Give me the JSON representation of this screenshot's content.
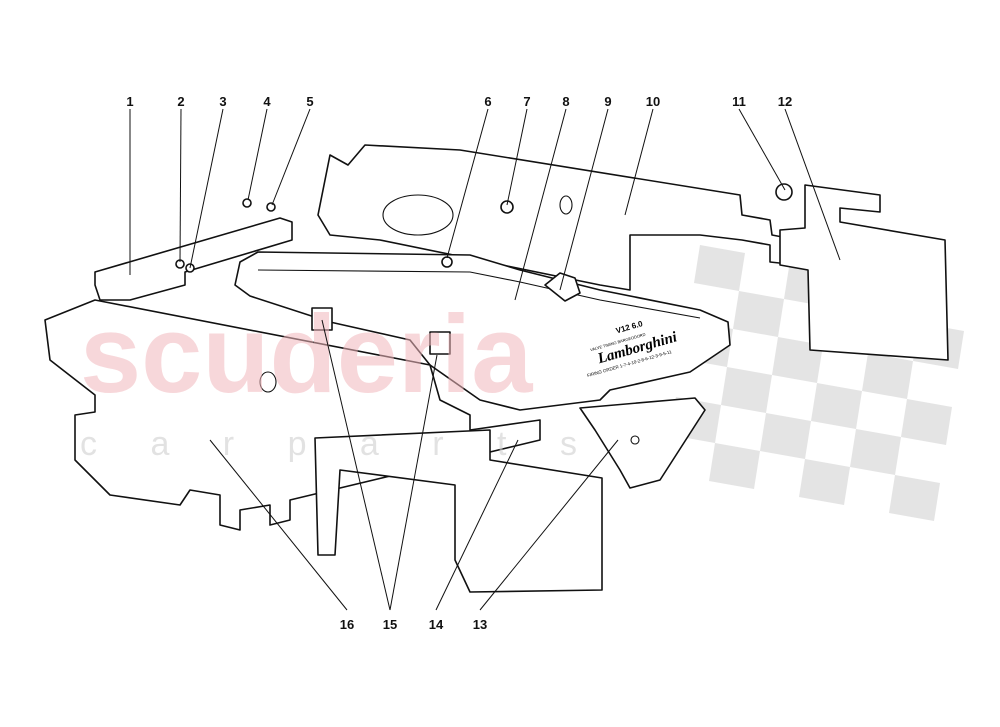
{
  "watermark": {
    "brand": "scuderia",
    "subtitle": "c a r   p a r t s",
    "brand_color": "#f2b8bd",
    "checker_color": "#d9d9d9"
  },
  "cover_marking": {
    "model": "V12 6.0",
    "line1": "VALVE TIMING BARGEODORD",
    "logo": "Lamborghini",
    "firing_order": "FIRING ORDER 1-7-4-10-2-8-6-12-3-9-5-11"
  },
  "callouts": [
    {
      "id": "1"
    },
    {
      "id": "2"
    },
    {
      "id": "3"
    },
    {
      "id": "4"
    },
    {
      "id": "5"
    },
    {
      "id": "6"
    },
    {
      "id": "7"
    },
    {
      "id": "8"
    },
    {
      "id": "9"
    },
    {
      "id": "10"
    },
    {
      "id": "11"
    },
    {
      "id": "12"
    },
    {
      "id": "16"
    },
    {
      "id": "15"
    },
    {
      "id": "14"
    },
    {
      "id": "13"
    }
  ]
}
